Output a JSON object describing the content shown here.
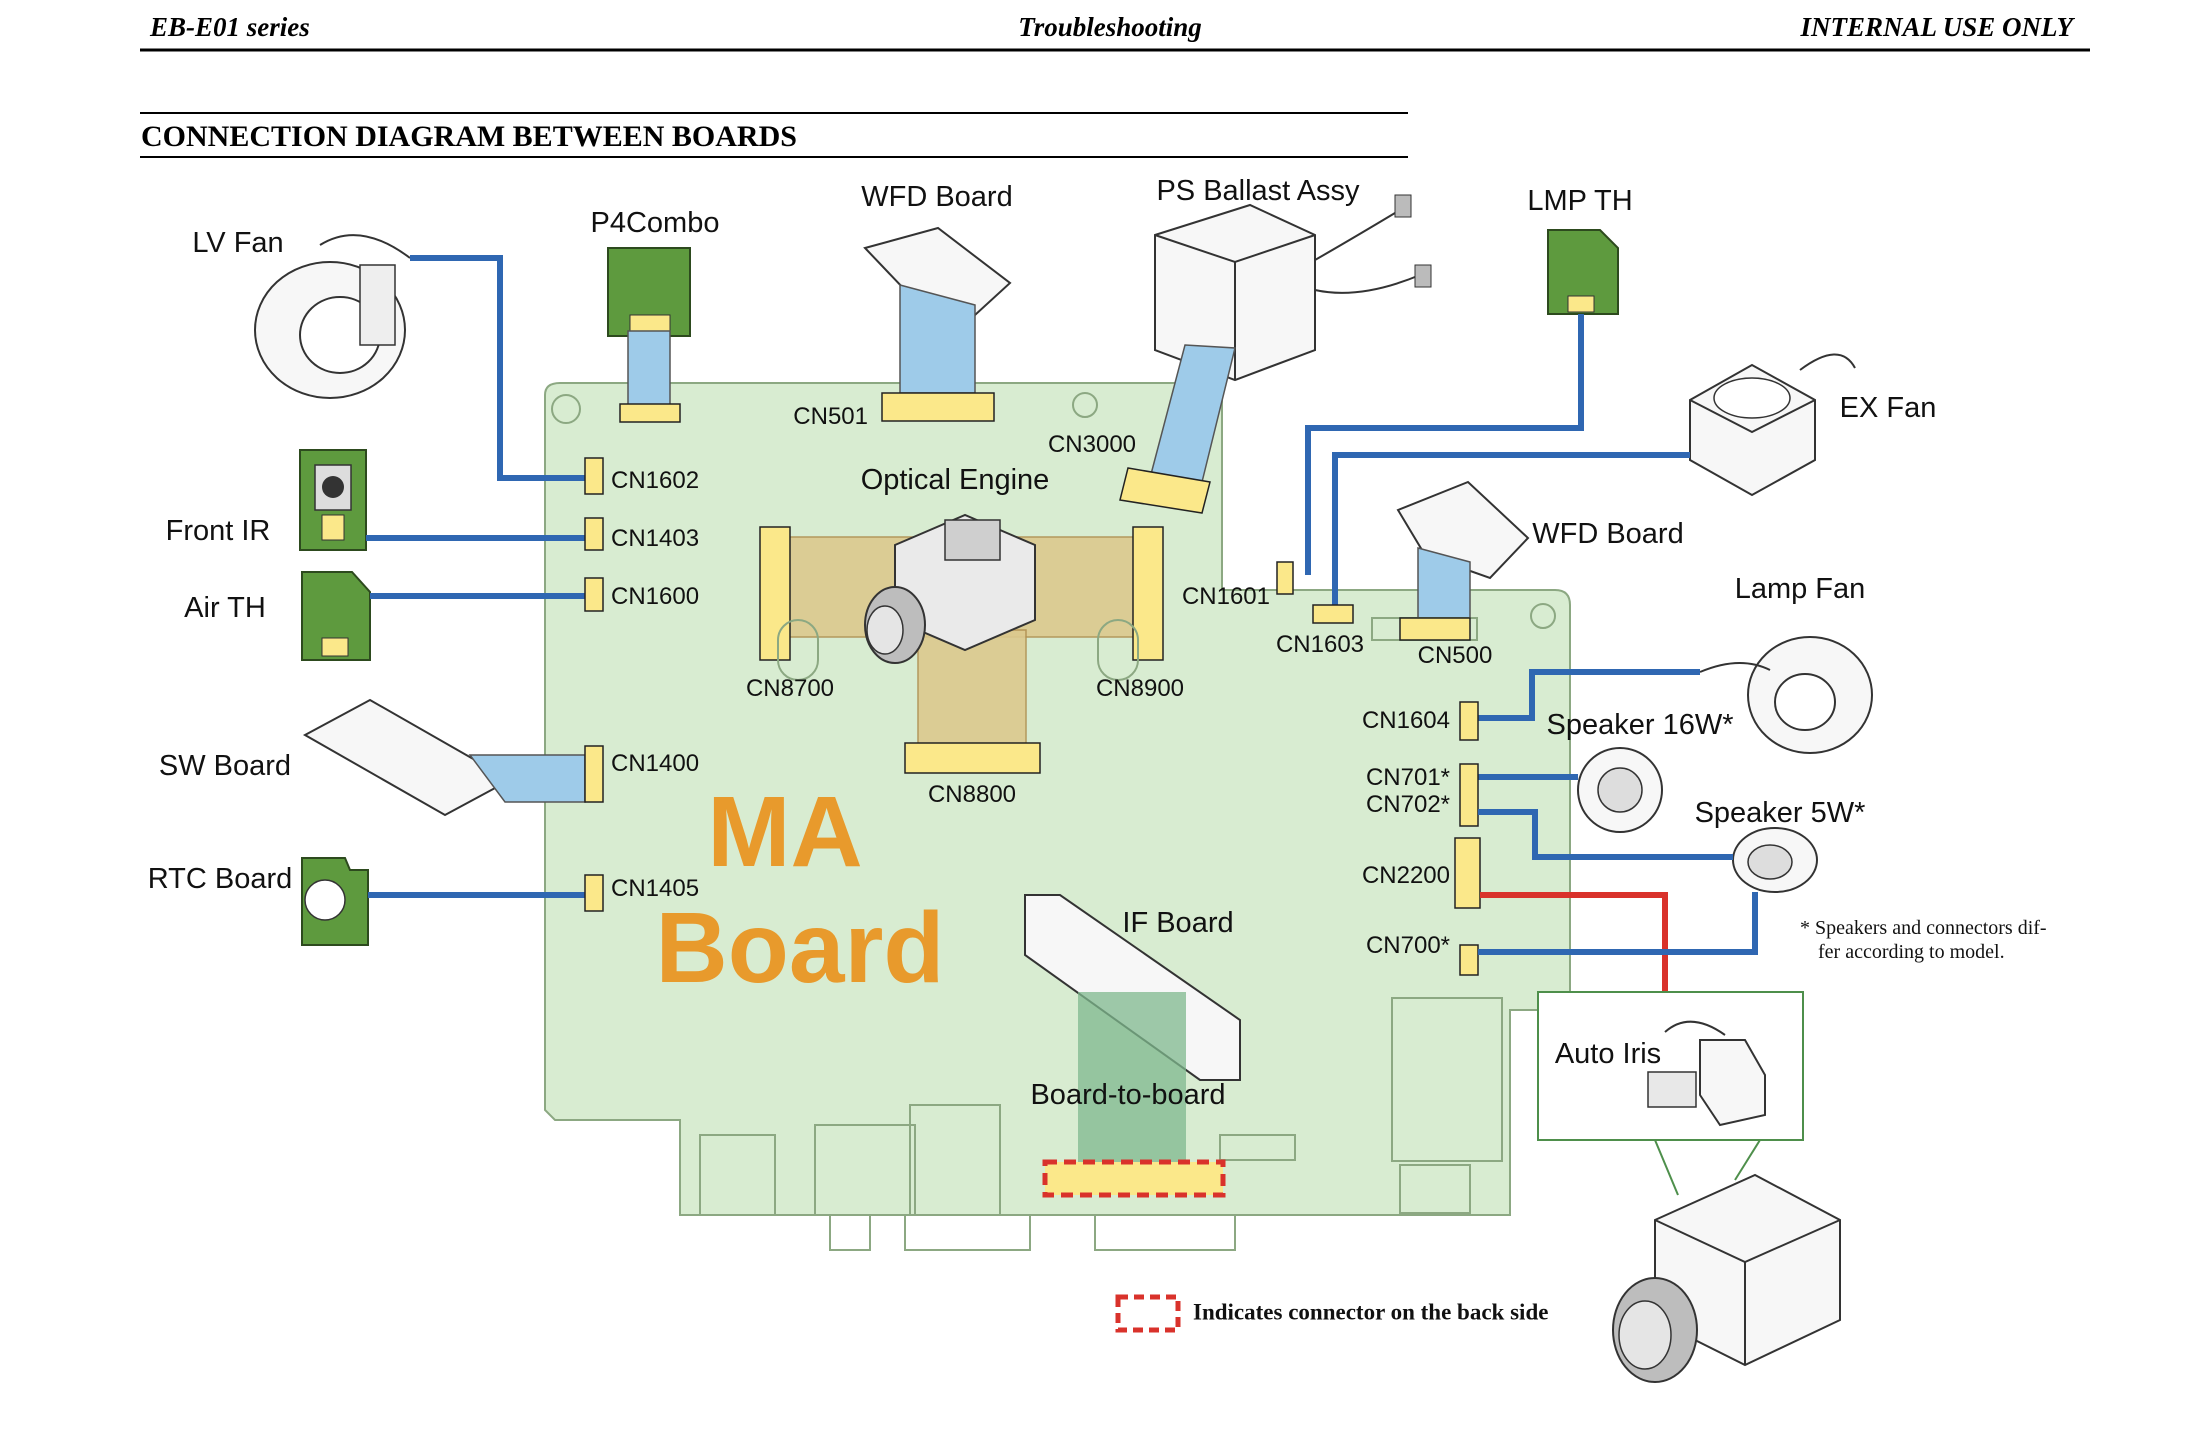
{
  "header": {
    "left": "EB-E01 series",
    "center": "Troubleshooting",
    "right": "INTERNAL USE ONLY"
  },
  "section_title": "CONNECTION DIAGRAM BETWEEN BOARDS",
  "main_board": {
    "line1": "MA",
    "line2": "Board"
  },
  "components": {
    "lv_fan": "LV Fan",
    "p4combo": "P4Combo",
    "wfd_board_top": "WFD Board",
    "ps_ballast": "PS Ballast Assy",
    "lmp_th": "LMP TH",
    "ex_fan": "EX Fan",
    "front_ir": "Front IR",
    "air_th": "Air TH",
    "optical_engine": "Optical Engine",
    "wfd_board_right": "WFD Board",
    "lamp_fan": "Lamp Fan",
    "sw_board": "SW Board",
    "speaker_16w": "Speaker 16W*",
    "speaker_5w": "Speaker 5W*",
    "rtc_board": "RTC Board",
    "if_board": "IF Board",
    "board_to_board": "Board-to-board",
    "auto_iris": "Auto Iris"
  },
  "connectors": {
    "cn501": "CN501",
    "cn3000": "CN3000",
    "cn1602": "CN1602",
    "cn1403": "CN1403",
    "cn1600": "CN1600",
    "cn1601": "CN1601",
    "cn1603": "CN1603",
    "cn500": "CN500",
    "cn8700": "CN8700",
    "cn8900": "CN8900",
    "cn8800": "CN8800",
    "cn1604": "CN1604",
    "cn701": "CN701*",
    "cn702": "CN702*",
    "cn1400": "CN1400",
    "cn2200": "CN2200",
    "cn1405": "CN1405",
    "cn700": "CN700*"
  },
  "footnote": {
    "line1": "*  Speakers and connectors dif-",
    "line2": "fer according to model."
  },
  "legend": {
    "text": "Indicates connector on the back side"
  },
  "colors": {
    "board": "#d8ecd1",
    "cable_blue": "#2f67b2",
    "cable_red": "#d9322b",
    "connector": "#fbe88a",
    "flat_cable": "#9ecbe9",
    "ma_label": "#e89a2c"
  }
}
